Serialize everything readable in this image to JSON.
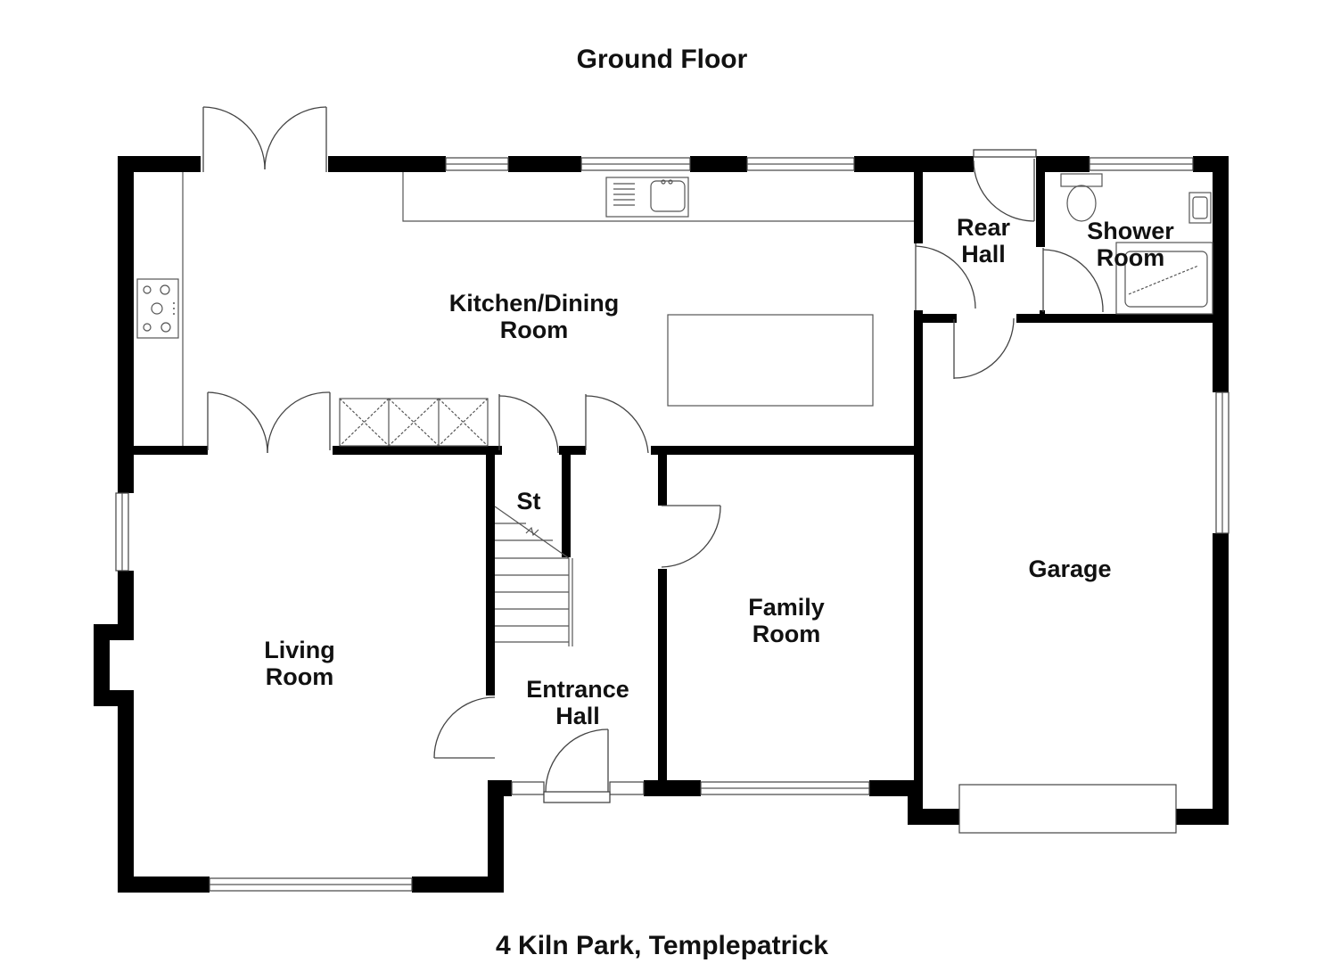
{
  "header": {
    "floor_title": "Ground Floor"
  },
  "footer": {
    "address": "4 Kiln Park, Templepatrick"
  },
  "rooms": {
    "kitchen_dining": [
      "Kitchen/Dining",
      "Room"
    ],
    "rear_hall": [
      "Rear",
      "Hall"
    ],
    "shower_room": [
      "Shower",
      "Room"
    ],
    "store": [
      "St"
    ],
    "living_room": [
      "Living",
      "Room"
    ],
    "entrance_hall": [
      "Entrance",
      "Hall"
    ],
    "family_room": [
      "Family",
      "Room"
    ],
    "garage": [
      "Garage"
    ]
  }
}
